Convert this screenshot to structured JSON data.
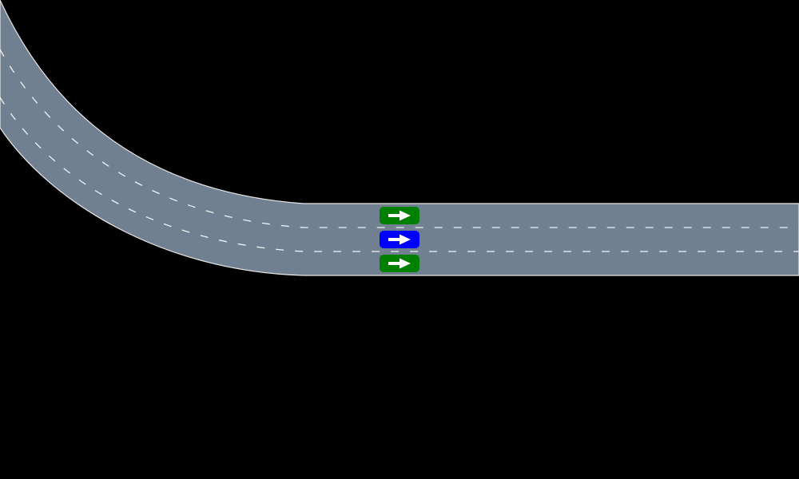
{
  "scene": {
    "background_color": "#000000",
    "road": {
      "surface_color": "#708090",
      "edge_color": "#e8e8e8",
      "lane_marking_color": "#ffffff",
      "lane_count": 3,
      "lane_marking_style": "dashed"
    },
    "vehicles": [
      {
        "role": "other",
        "color": "#008000",
        "lane": 1,
        "heading": "right",
        "icon": "arrow-right-icon"
      },
      {
        "role": "ego",
        "color": "#0000ff",
        "lane": 2,
        "heading": "right",
        "icon": "arrow-right-icon"
      },
      {
        "role": "other",
        "color": "#008000",
        "lane": 3,
        "heading": "right",
        "icon": "arrow-right-icon"
      }
    ]
  }
}
